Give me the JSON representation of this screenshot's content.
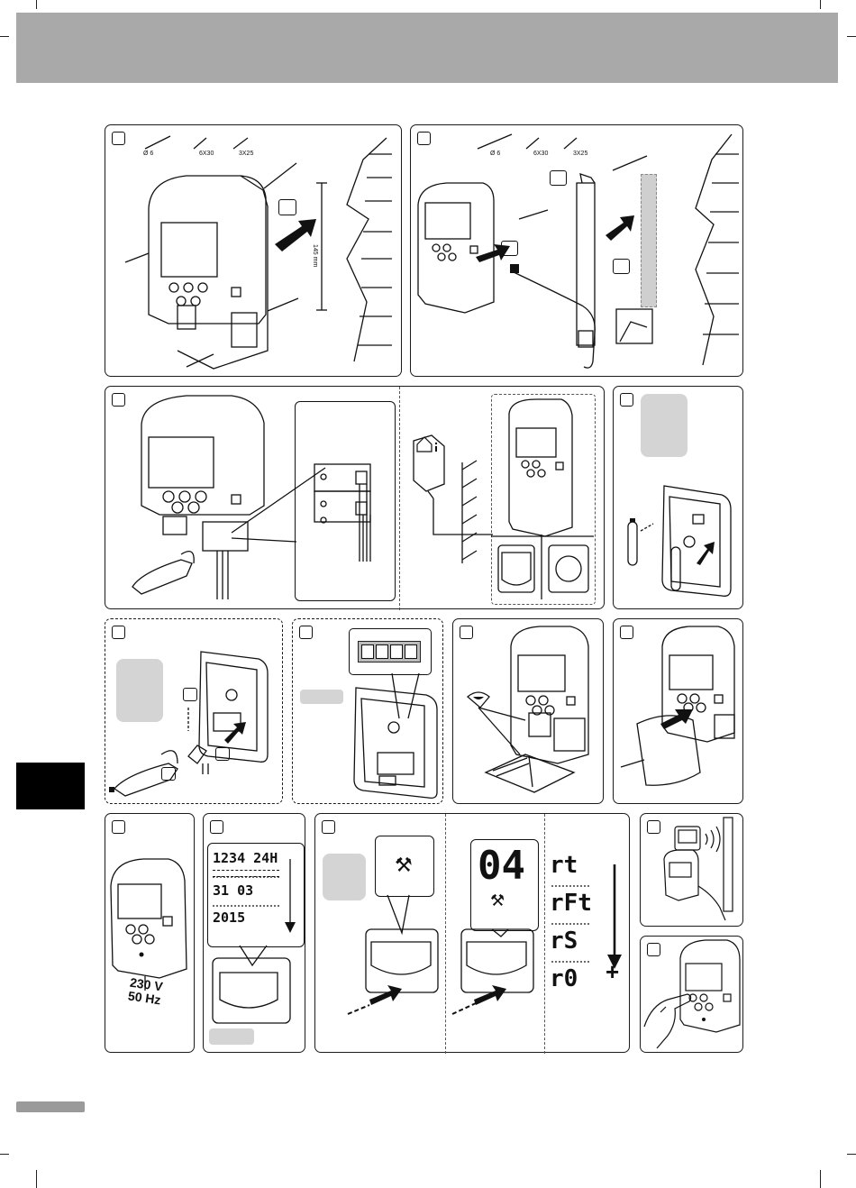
{
  "screw_labels": {
    "dia": "Ø 6",
    "s1": "6X30",
    "s2": "3X25"
  },
  "dimension": "145 mm",
  "display_lines": {
    "l1": "1234 24H",
    "l2": "31 03",
    "l3": "2015"
  },
  "code_display": "04",
  "codes": [
    "rt",
    "rFt",
    "rS",
    "r0"
  ],
  "plus": "+",
  "power": {
    "voltage": "230 V",
    "freq": "50 Hz"
  },
  "colors": {
    "banner": "#a9a9a9",
    "tab": "#000000",
    "grey_box": "#d4d4d4"
  },
  "icons": [
    "screw-icon",
    "plug-icon",
    "house-icon",
    "battery-icon",
    "screwdriver-icon",
    "tools-icon",
    "finger-icon",
    "book-icon",
    "eye-icon",
    "arrow-icon"
  ]
}
